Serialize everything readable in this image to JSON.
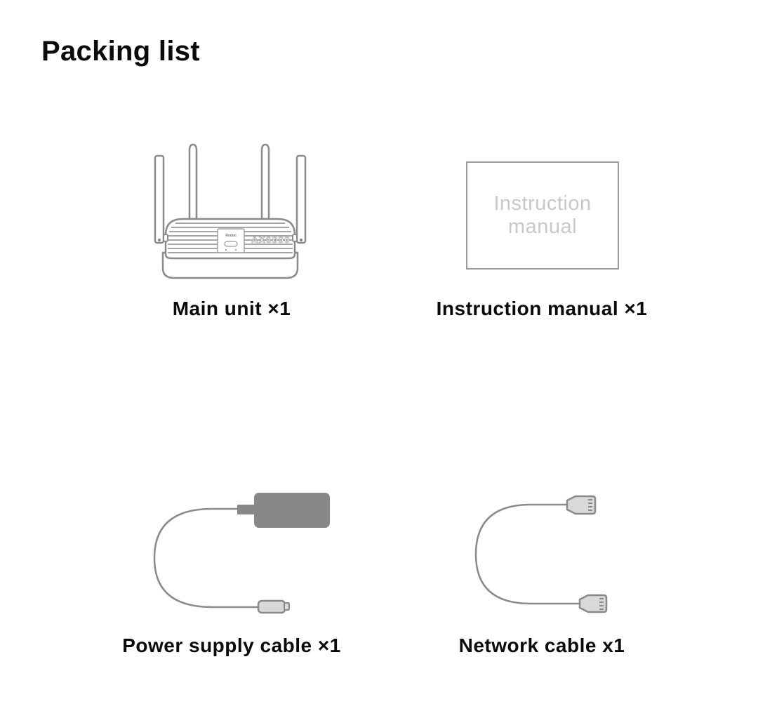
{
  "page": {
    "title": "Packing list"
  },
  "items": [
    {
      "caption": "Main unit ×1",
      "icon": "router-icon"
    },
    {
      "caption": "Instruction manual ×1",
      "icon": "manual-icon",
      "cover_text": "Instruction\nmanual"
    },
    {
      "caption": "Power supply cable ×1",
      "icon": "power-adapter-icon"
    },
    {
      "caption": "Network cable x1",
      "icon": "network-cable-icon"
    }
  ],
  "router": {
    "brand_label": "Redmi",
    "model_label": "AX6000"
  },
  "colors": {
    "text": "#0a0a0a",
    "outline": "#8a8a8a",
    "fill_gray": "#888888",
    "manual_border": "#9a9a9a",
    "manual_text": "#c8c8c8"
  }
}
